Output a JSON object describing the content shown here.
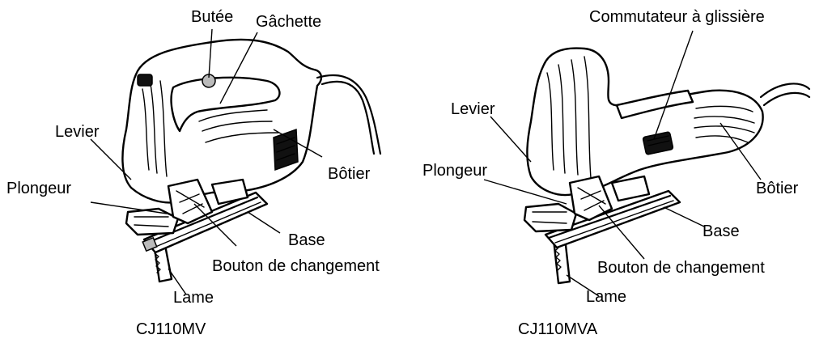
{
  "left": {
    "model": "CJ110MV",
    "labels": {
      "butee": "Butée",
      "gachette": "Gâchette",
      "levier": "Levier",
      "plongeur": "Plongeur",
      "botier": "Bôtier",
      "base": "Base",
      "bouton": "Bouton de changement",
      "lame": "Lame"
    }
  },
  "right": {
    "model": "CJ110MVA",
    "labels": {
      "commutateur": "Commutateur à glissière",
      "levier": "Levier",
      "plongeur": "Plongeur",
      "botier": "Bôtier",
      "base": "Base",
      "bouton": "Bouton de changement",
      "lame": "Lame"
    }
  }
}
